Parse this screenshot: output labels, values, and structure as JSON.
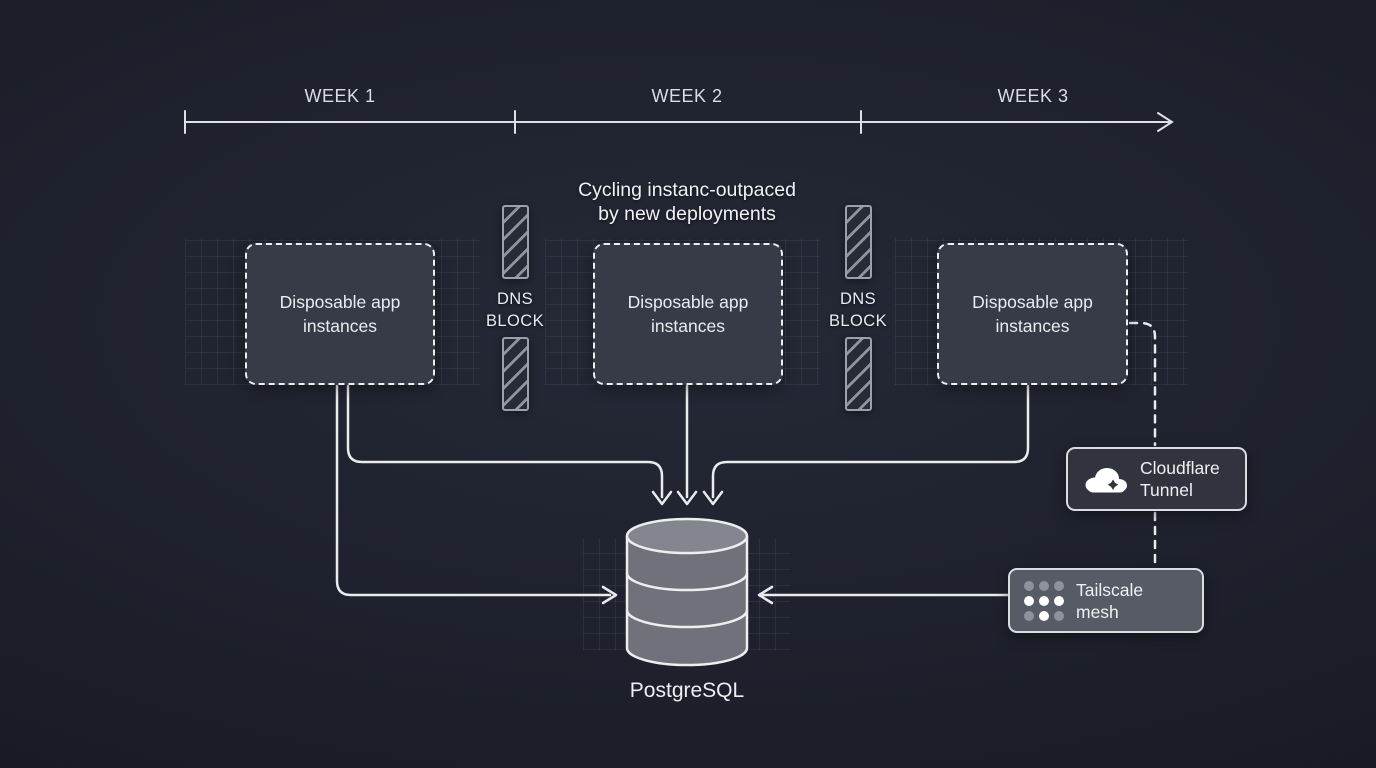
{
  "timeline": {
    "week1": "WEEK 1",
    "week2": "WEEK 2",
    "week3": "WEEK 3"
  },
  "annotation": {
    "line1": "Cycling instanc-outpaced",
    "line2": "by new deployments"
  },
  "app_boxes": [
    {
      "label": "Disposable app instances"
    },
    {
      "label": "Disposable app instances"
    },
    {
      "label": "Disposable app instances"
    }
  ],
  "dns_blocks": [
    {
      "line1": "DNS",
      "line2": "BLOCK"
    },
    {
      "line1": "DNS",
      "line2": "BLOCK"
    }
  ],
  "database": {
    "label": "PostgreSQL"
  },
  "cloudflare": {
    "line1": "Cloudflare",
    "line2": "Tunnel"
  },
  "tailscale": {
    "line1": "Tailscale",
    "line2": "mesh"
  },
  "colors": {
    "background": "#1e212d",
    "stroke": "#e9ebee",
    "box_fill": "#373b48",
    "box_border": "#eceef2",
    "dns_bar_border": "#9aa0ac",
    "dns_stripe": "#8d93a0",
    "cylinder_fill": "#6f727b",
    "cylinder_top_fill": "#83868e",
    "cloudflare_fill": "#31343f",
    "tailscale_fill": "#575b65",
    "grid_line": "#2e3240"
  }
}
